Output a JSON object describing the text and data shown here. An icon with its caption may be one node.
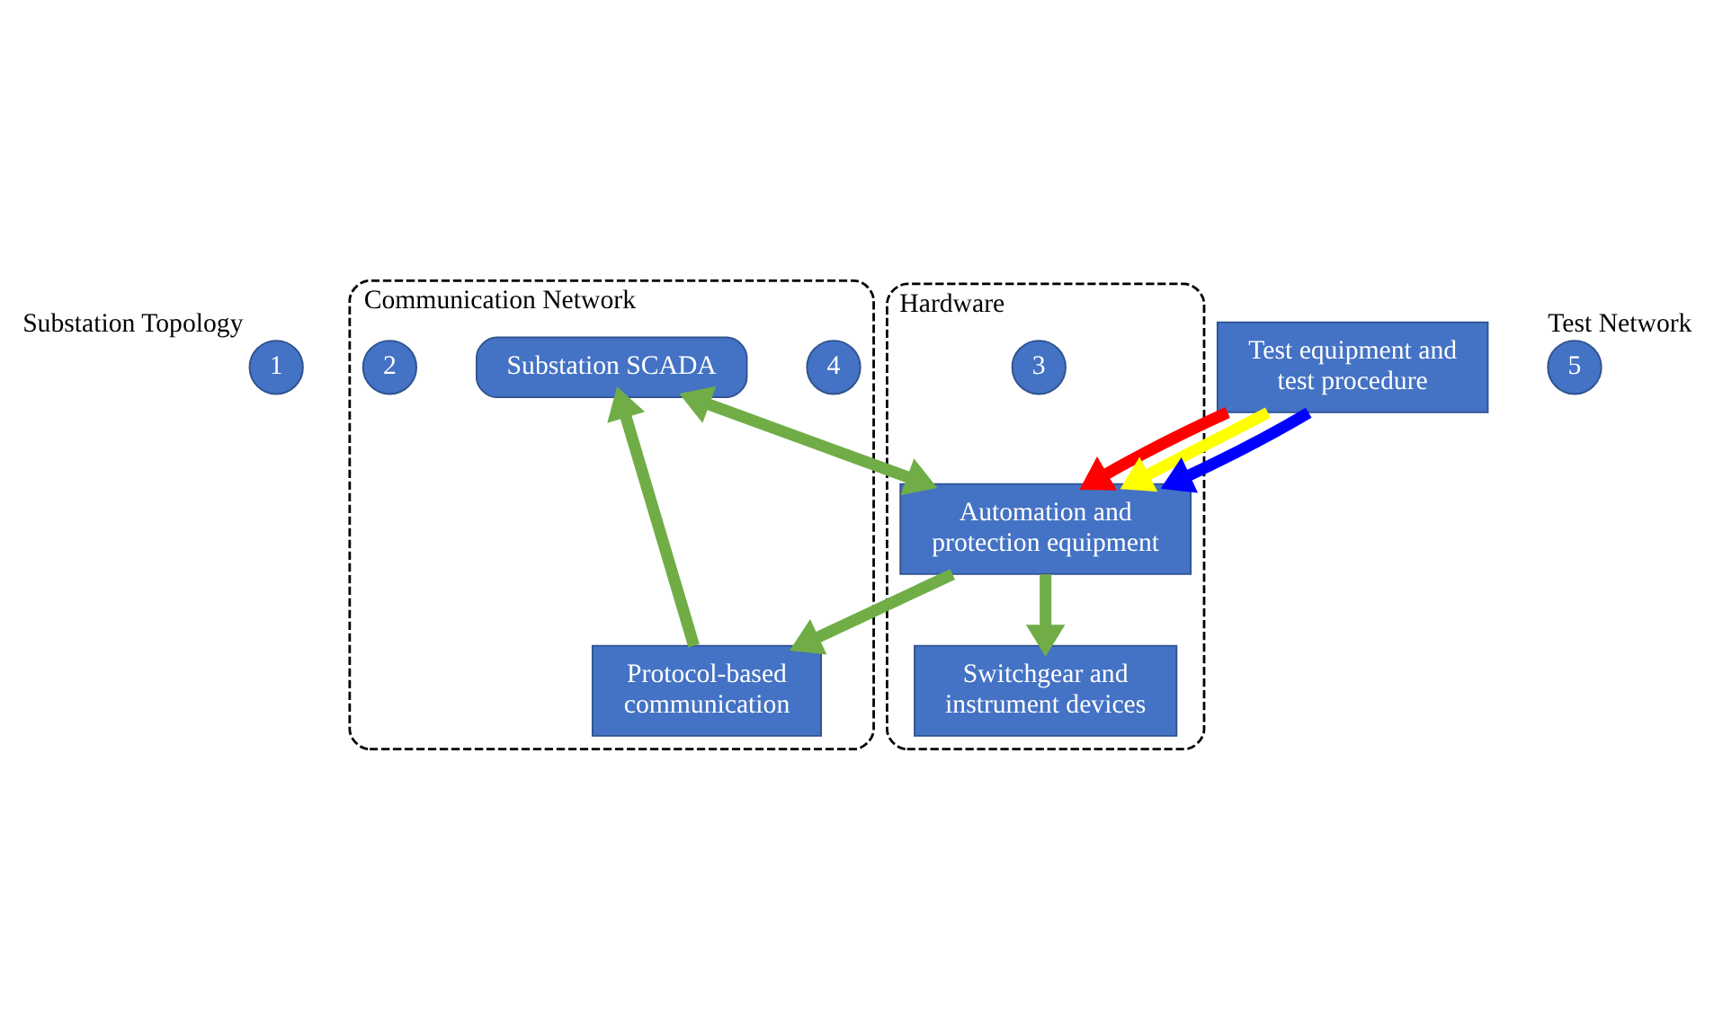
{
  "diagram": {
    "nodes": [
      {
        "text": [
          "1"
        ],
        "beside": [
          "Substation Topology"
        ]
      },
      {
        "text": [
          "Communication Network"
        ]
      },
      {
        "text": [
          "4"
        ],
        "in": 1
      },
      {
        "text": [
          "Substation SCADA"
        ],
        "in": 1
      },
      {
        "text": [
          "2"
        ],
        "in": 1
      },
      {
        "text": [
          "Protocol-based communication"
        ],
        "in": 1
      },
      {
        "text": [
          "Hardware"
        ]
      },
      {
        "text": [
          "3"
        ],
        "in": 6
      },
      {
        "text": [
          "Automation and protection equipment"
        ],
        "in": 6
      },
      {
        "text": [
          "Switchgear and instrument devices"
        ],
        "in": 6
      },
      {
        "text": [
          "5"
        ],
        "beside": [
          "Test Network"
        ]
      },
      {
        "text": [
          "Test equipment and test procedure"
        ]
      }
    ],
    "edges": [
      {
        "from": 5,
        "to": 3,
        "arrow": "to"
      },
      {
        "from": 3,
        "to": 8,
        "arrow": "both"
      },
      {
        "from": 8,
        "to": 5,
        "arrow": "to"
      },
      {
        "from": 8,
        "to": 9,
        "arrow": "to"
      },
      {
        "from": 11,
        "to": 8,
        "arrow": "to",
        "color": "#ff0000"
      },
      {
        "from": 11,
        "to": 8,
        "arrow": "to",
        "color": "#ffff00"
      },
      {
        "from": 11,
        "to": 8,
        "arrow": "to",
        "color": "#0000ff"
      }
    ]
  }
}
